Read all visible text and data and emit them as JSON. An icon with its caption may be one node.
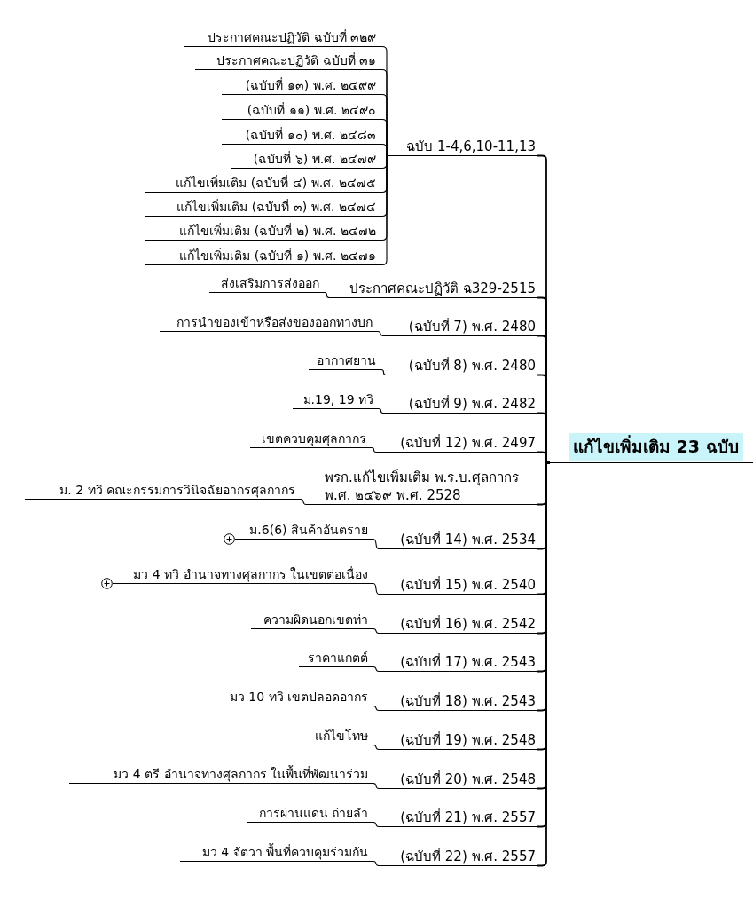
{
  "diagram": {
    "nodes": [
      {
        "text": [
          "แก้ไขเพิ่มเติม 23 ฉบับ"
        ]
      },
      {
        "text": [
          "ฉบับ 1-4,6,10-11,13"
        ]
      },
      {
        "text": [
          "ประกาศคณะปฏิวัติ ฉบับที่ ๓๒๙"
        ]
      },
      {
        "text": [
          "ประกาศคณะปฏิวัติ ฉบับที่ ๓๑"
        ]
      },
      {
        "text": [
          "(ฉบับที่ ๑๓) พ.ศ. ๒๔๙๙"
        ]
      },
      {
        "text": [
          "(ฉบับที่ ๑๑) พ.ศ. ๒๔๙๐"
        ]
      },
      {
        "text": [
          "(ฉบับที่ ๑๐) พ.ศ. ๒๔๘๓"
        ]
      },
      {
        "text": [
          "(ฉบับที่ ๖) พ.ศ. ๒๔๗๙"
        ]
      },
      {
        "text": [
          "แก้ไขเพิ่มเติม (ฉบับที่ ๔) พ.ศ. ๒๔๗๕"
        ]
      },
      {
        "text": [
          "แก้ไขเพิ่มเติม (ฉบับที่ ๓) พ.ศ. ๒๔๗๔"
        ]
      },
      {
        "text": [
          "แก้ไขเพิ่มเติม (ฉบับที่ ๒) พ.ศ. ๒๔๗๒"
        ]
      },
      {
        "text": [
          "แก้ไขเพิ่มเติม (ฉบับที่ ๑) พ.ศ. ๒๔๗๑"
        ]
      },
      {
        "text": [
          "ประกาศคณะปฏิวัติ ฉ329-2515"
        ]
      },
      {
        "text": [
          "ส่งเสริมการส่งออก"
        ]
      },
      {
        "text": [
          "(ฉบับที่ 7) พ.ศ. 2480"
        ]
      },
      {
        "text": [
          "การนำของเข้าหรือส่งของออกทางบก"
        ]
      },
      {
        "text": [
          "(ฉบับที่ 8) พ.ศ. 2480"
        ]
      },
      {
        "text": [
          "อากาศยาน"
        ]
      },
      {
        "text": [
          "(ฉบับที่ 9) พ.ศ. 2482"
        ]
      },
      {
        "text": [
          "ม.19, 19 ทวิ"
        ]
      },
      {
        "text": [
          "(ฉบับที่ 12) พ.ศ. 2497"
        ]
      },
      {
        "text": [
          "เขตควบคุมศุลกากร"
        ]
      },
      {
        "text": [
          "พรก.แก้ไขเพิ่มเติม พ.ร.บ.ศุลกากร พ.ศ. ๒๔๖๙ พ.ศ. 2528"
        ]
      },
      {
        "text": [
          "ม. 2 ทวิ คณะกรรมการวินิจฉัยอากรศุลกากร"
        ]
      },
      {
        "text": [
          "(ฉบับที่ 14) พ.ศ. 2534"
        ]
      },
      {
        "text": [
          "ม.6(6) สินค้าอันตราย"
        ]
      },
      {
        "text": [
          "(ฉบับที่ 15) พ.ศ. 2540"
        ]
      },
      {
        "text": [
          "มว 4 ทวิ อำนาจทางศุลกากร ในเขตต่อเนื่อง"
        ]
      },
      {
        "text": [
          "(ฉบับที่ 16) พ.ศ. 2542"
        ]
      },
      {
        "text": [
          "ความผิดนอกเขตท่า"
        ]
      },
      {
        "text": [
          "(ฉบับที่ 17) พ.ศ. 2543"
        ]
      },
      {
        "text": [
          "ราคาแกตต์"
        ]
      },
      {
        "text": [
          "(ฉบับที่ 18) พ.ศ. 2543"
        ]
      },
      {
        "text": [
          "มว 10 ทวิ เขตปลอดอากร"
        ]
      },
      {
        "text": [
          "(ฉบับที่ 19) พ.ศ. 2548"
        ]
      },
      {
        "text": [
          "แก้ไขโทษ"
        ]
      },
      {
        "text": [
          "(ฉบับที่ 20) พ.ศ. 2548"
        ]
      },
      {
        "text": [
          "มว 4 ตรี อำนาจทางศุลกากร ในพื้นที่พัฒนาร่วม"
        ]
      },
      {
        "text": [
          "(ฉบับที่ 21) พ.ศ. 2557"
        ]
      },
      {
        "text": [
          "การผ่านแดน ถ่ายลำ"
        ]
      },
      {
        "text": [
          "(ฉบับที่ 22) พ.ศ. 2557"
        ]
      },
      {
        "text": [
          "มว 4 จัตวา พื้นที่ควบคุมร่วมกัน"
        ]
      }
    ],
    "edges": [
      {
        "from": 0,
        "to": 1,
        "arrow": "none"
      },
      {
        "from": 1,
        "to": 2,
        "arrow": "none"
      },
      {
        "from": 1,
        "to": 3,
        "arrow": "none"
      },
      {
        "from": 1,
        "to": 4,
        "arrow": "none"
      },
      {
        "from": 1,
        "to": 5,
        "arrow": "none"
      },
      {
        "from": 1,
        "to": 6,
        "arrow": "none"
      },
      {
        "from": 1,
        "to": 7,
        "arrow": "none"
      },
      {
        "from": 1,
        "to": 8,
        "arrow": "none"
      },
      {
        "from": 1,
        "to": 9,
        "arrow": "none"
      },
      {
        "from": 1,
        "to": 10,
        "arrow": "none"
      },
      {
        "from": 1,
        "to": 11,
        "arrow": "none"
      },
      {
        "from": 0,
        "to": 12,
        "arrow": "none"
      },
      {
        "from": 12,
        "to": 13,
        "arrow": "none"
      },
      {
        "from": 0,
        "to": 14,
        "arrow": "none"
      },
      {
        "from": 14,
        "to": 15,
        "arrow": "none"
      },
      {
        "from": 0,
        "to": 16,
        "arrow": "none"
      },
      {
        "from": 16,
        "to": 17,
        "arrow": "none"
      },
      {
        "from": 0,
        "to": 18,
        "arrow": "none"
      },
      {
        "from": 18,
        "to": 19,
        "arrow": "none"
      },
      {
        "from": 0,
        "to": 20,
        "arrow": "none"
      },
      {
        "from": 20,
        "to": 21,
        "arrow": "none"
      },
      {
        "from": 0,
        "to": 22,
        "arrow": "none"
      },
      {
        "from": 22,
        "to": 23,
        "arrow": "none"
      },
      {
        "from": 0,
        "to": 24,
        "arrow": "none"
      },
      {
        "from": 24,
        "to": 25,
        "arrow": "none"
      },
      {
        "from": 0,
        "to": 26,
        "arrow": "none"
      },
      {
        "from": 26,
        "to": 27,
        "arrow": "none"
      },
      {
        "from": 0,
        "to": 28,
        "arrow": "none"
      },
      {
        "from": 28,
        "to": 29,
        "arrow": "none"
      },
      {
        "from": 0,
        "to": 30,
        "arrow": "none"
      },
      {
        "from": 30,
        "to": 31,
        "arrow": "none"
      },
      {
        "from": 0,
        "to": 32,
        "arrow": "none"
      },
      {
        "from": 32,
        "to": 33,
        "arrow": "none"
      },
      {
        "from": 0,
        "to": 34,
        "arrow": "none"
      },
      {
        "from": 34,
        "to": 35,
        "arrow": "none"
      },
      {
        "from": 0,
        "to": 36,
        "arrow": "none"
      },
      {
        "from": 36,
        "to": 37,
        "arrow": "none"
      },
      {
        "from": 0,
        "to": 38,
        "arrow": "none"
      },
      {
        "from": 38,
        "to": 39,
        "arrow": "none"
      },
      {
        "from": 0,
        "to": 40,
        "arrow": "none"
      },
      {
        "from": 40,
        "to": 41,
        "arrow": "none"
      }
    ]
  }
}
